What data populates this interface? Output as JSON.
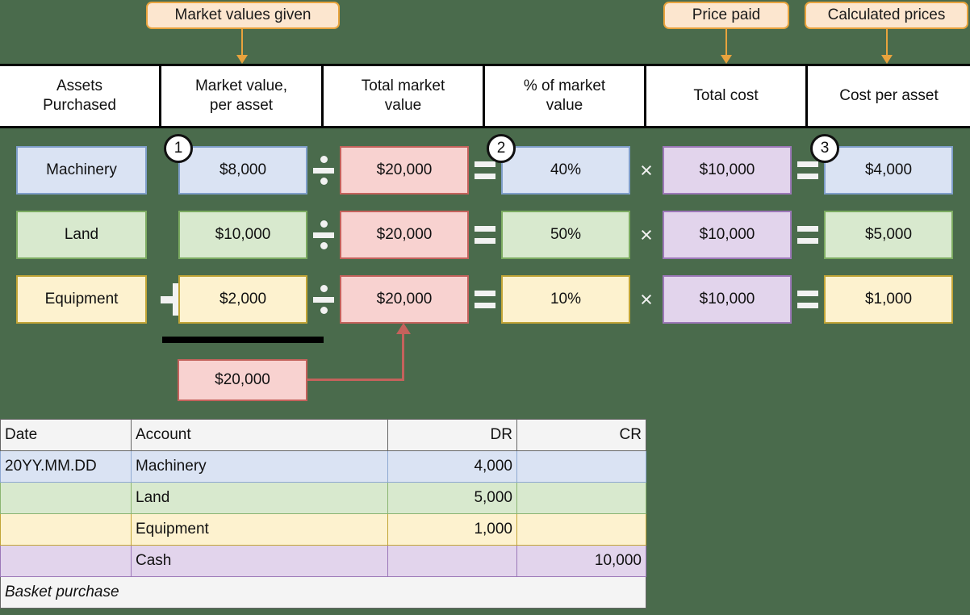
{
  "callouts": [
    {
      "text": "Market values given"
    },
    {
      "text": "Price paid"
    },
    {
      "text": "Calculated prices"
    }
  ],
  "table_headers": [
    "Assets\nPurchased",
    "Market value,\nper asset",
    "Total market\nvalue",
    "% of market\nvalue",
    "Total cost",
    "Cost per asset"
  ],
  "markers": [
    "1",
    "2",
    "3"
  ],
  "operators": {
    "divide": "divide-symbol",
    "equals": "equals-symbol",
    "multiply": "×",
    "plus": "plus-symbol"
  },
  "rows": [
    {
      "asset": "Machinery",
      "market_value": "$8,000",
      "total_market_value": "$20,000",
      "pct_of_market": "40%",
      "total_cost": "$10,000",
      "cost_per_asset": "$4,000",
      "color": "blue"
    },
    {
      "asset": "Land",
      "market_value": "$10,000",
      "total_market_value": "$20,000",
      "pct_of_market": "50%",
      "total_cost": "$10,000",
      "cost_per_asset": "$5,000",
      "color": "green"
    },
    {
      "asset": "Equipment",
      "market_value": "$2,000",
      "total_market_value": "$20,000",
      "pct_of_market": "10%",
      "total_cost": "$10,000",
      "cost_per_asset": "$1,000",
      "color": "yellow"
    }
  ],
  "sum_total": "$20,000",
  "journal": {
    "headers": [
      "Date",
      "Account",
      "DR",
      "CR"
    ],
    "rows": [
      {
        "date": "20YY.MM.DD",
        "account": "Machinery",
        "dr": "4,000",
        "cr": "",
        "color": "blue",
        "indent": false
      },
      {
        "date": "",
        "account": "Land",
        "dr": "5,000",
        "cr": "",
        "color": "green",
        "indent": false
      },
      {
        "date": "",
        "account": "Equipment",
        "dr": "1,000",
        "cr": "",
        "color": "yellow",
        "indent": false
      },
      {
        "date": "",
        "account": "Cash",
        "dr": "",
        "cr": "10,000",
        "color": "purple",
        "indent": true
      }
    ],
    "memo": "Basket purchase"
  },
  "colors": {
    "background": "#4a6b4c",
    "blue": "#dae3f3",
    "green": "#d8e9ce",
    "yellow": "#fdf2cf",
    "red": "#f8d2d0",
    "purple": "#e2d4ec",
    "callout_fill": "#fce6cf",
    "callout_border": "#e8a33d"
  }
}
